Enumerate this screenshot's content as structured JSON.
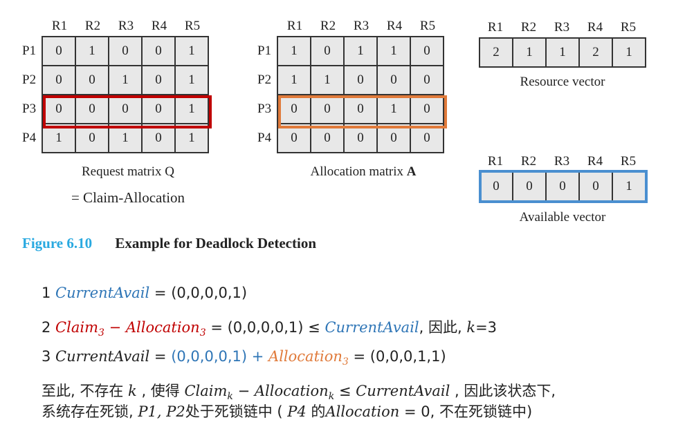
{
  "colors": {
    "red": "#c00000",
    "orange": "#e07a3a",
    "blue": "#4a8fd0",
    "cyan": "#29a9e0",
    "formula_blue": "#2e75b6"
  },
  "request": {
    "cols": [
      "R1",
      "R2",
      "R3",
      "R4",
      "R5"
    ],
    "rows": [
      "P1",
      "P2",
      "P3",
      "P4"
    ],
    "values": [
      [
        0,
        1,
        0,
        0,
        1
      ],
      [
        0,
        0,
        1,
        0,
        1
      ],
      [
        0,
        0,
        0,
        0,
        1
      ],
      [
        1,
        0,
        1,
        0,
        1
      ]
    ],
    "caption": "Request matrix Q",
    "subcaption": "= Claim-Allocation"
  },
  "allocation": {
    "cols": [
      "R1",
      "R2",
      "R3",
      "R4",
      "R5"
    ],
    "rows": [
      "P1",
      "P2",
      "P3",
      "P4"
    ],
    "values": [
      [
        1,
        0,
        1,
        1,
        0
      ],
      [
        1,
        1,
        0,
        0,
        0
      ],
      [
        0,
        0,
        0,
        1,
        0
      ],
      [
        0,
        0,
        0,
        0,
        0
      ]
    ],
    "caption_prefix": "Allocation matrix ",
    "caption_bold": "A"
  },
  "resource": {
    "cols": [
      "R1",
      "R2",
      "R3",
      "R4",
      "R5"
    ],
    "values": [
      2,
      1,
      1,
      2,
      1
    ],
    "caption": "Resource vector"
  },
  "available": {
    "cols": [
      "R1",
      "R2",
      "R3",
      "R4",
      "R5"
    ],
    "values": [
      0,
      0,
      0,
      0,
      1
    ],
    "caption": "Available vector"
  },
  "figure": {
    "number": "Figure 6.10",
    "title": "Example for Deadlock Detection"
  },
  "lines": {
    "l1": {
      "num": "1 ",
      "var": "CurrentAvail",
      "rest": " = (0,0,0,0,1)"
    },
    "l2": {
      "num": "2 ",
      "claim": "Claim",
      "sub3": "3",
      "minus": " − ",
      "alloc": "Allocation",
      "sub3b": "3",
      "eq": " = (0,0,0,0,1) ≤ ",
      "avail": "CurrentAvail",
      "tail_cn": ", 因此, ",
      "k": "k",
      "k_eq": "=3"
    },
    "l3": {
      "num": "3 ",
      "var": "CurrentAvail",
      "eq": " = ",
      "blue_part": "(0,0,0,0,1) + ",
      "alloc": "Allocation",
      "sub3": "3",
      "rest": " = (0,0,0,1,1)"
    },
    "l4": {
      "pre": "至此, 不存在 ",
      "k": "k",
      "mid": " , 使得 ",
      "claim": "Claim",
      "subk": "k",
      "minus": " − ",
      "alloc": "Allocation",
      "subk2": "k",
      "le": " ≤ ",
      "avail": "CurrentAvail",
      "post": " , 因此该状态下,"
    },
    "l5": {
      "pre": "系统存在死锁, ",
      "p12": "P1, P2",
      "mid": "处于死锁链中 ( ",
      "p4": "P4",
      "de": " 的",
      "alloc": "Allocation",
      "eq0": " = 0",
      "post": ", 不在死锁链中)"
    }
  }
}
